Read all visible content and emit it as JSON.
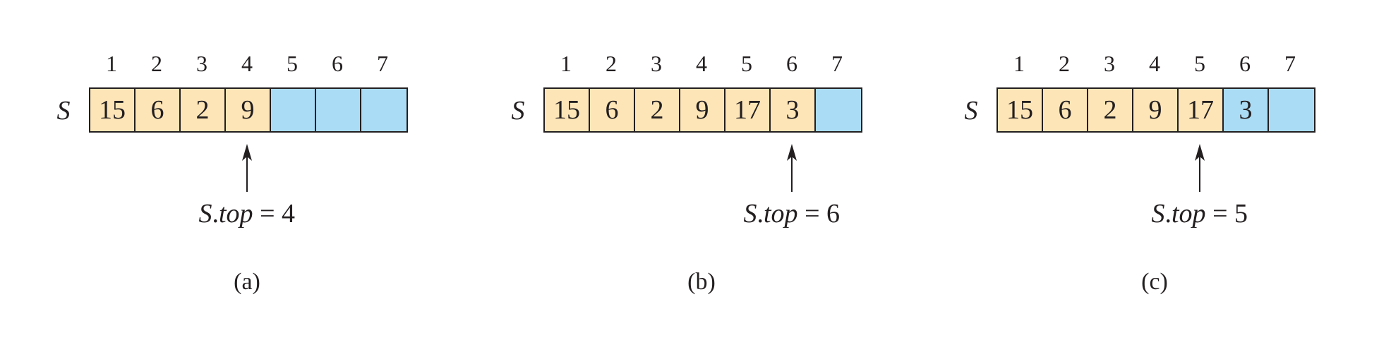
{
  "colors": {
    "in_stack": "#fde5b7",
    "free": "#aadcf5",
    "ink": "#231f20"
  },
  "panels": [
    {
      "caption": "(a)",
      "array_name": "S",
      "indices": [
        "1",
        "2",
        "3",
        "4",
        "5",
        "6",
        "7"
      ],
      "cells": [
        {
          "value": "15",
          "state": "in_stack"
        },
        {
          "value": "6",
          "state": "in_stack"
        },
        {
          "value": "2",
          "state": "in_stack"
        },
        {
          "value": "9",
          "state": "in_stack"
        },
        {
          "value": "",
          "state": "free"
        },
        {
          "value": "",
          "state": "free"
        },
        {
          "value": "",
          "state": "free"
        }
      ],
      "top_attr_object": "S",
      "top_attr_name": "top",
      "top_value": "4"
    },
    {
      "caption": "(b)",
      "array_name": "S",
      "indices": [
        "1",
        "2",
        "3",
        "4",
        "5",
        "6",
        "7"
      ],
      "cells": [
        {
          "value": "15",
          "state": "in_stack"
        },
        {
          "value": "6",
          "state": "in_stack"
        },
        {
          "value": "2",
          "state": "in_stack"
        },
        {
          "value": "9",
          "state": "in_stack"
        },
        {
          "value": "17",
          "state": "in_stack"
        },
        {
          "value": "3",
          "state": "in_stack"
        },
        {
          "value": "",
          "state": "free"
        }
      ],
      "top_attr_object": "S",
      "top_attr_name": "top",
      "top_value": "6"
    },
    {
      "caption": "(c)",
      "array_name": "S",
      "indices": [
        "1",
        "2",
        "3",
        "4",
        "5",
        "6",
        "7"
      ],
      "cells": [
        {
          "value": "15",
          "state": "in_stack"
        },
        {
          "value": "6",
          "state": "in_stack"
        },
        {
          "value": "2",
          "state": "in_stack"
        },
        {
          "value": "9",
          "state": "in_stack"
        },
        {
          "value": "17",
          "state": "in_stack"
        },
        {
          "value": "3",
          "state": "free"
        },
        {
          "value": "",
          "state": "free"
        }
      ],
      "top_attr_object": "S",
      "top_attr_name": "top",
      "top_value": "5"
    }
  ]
}
